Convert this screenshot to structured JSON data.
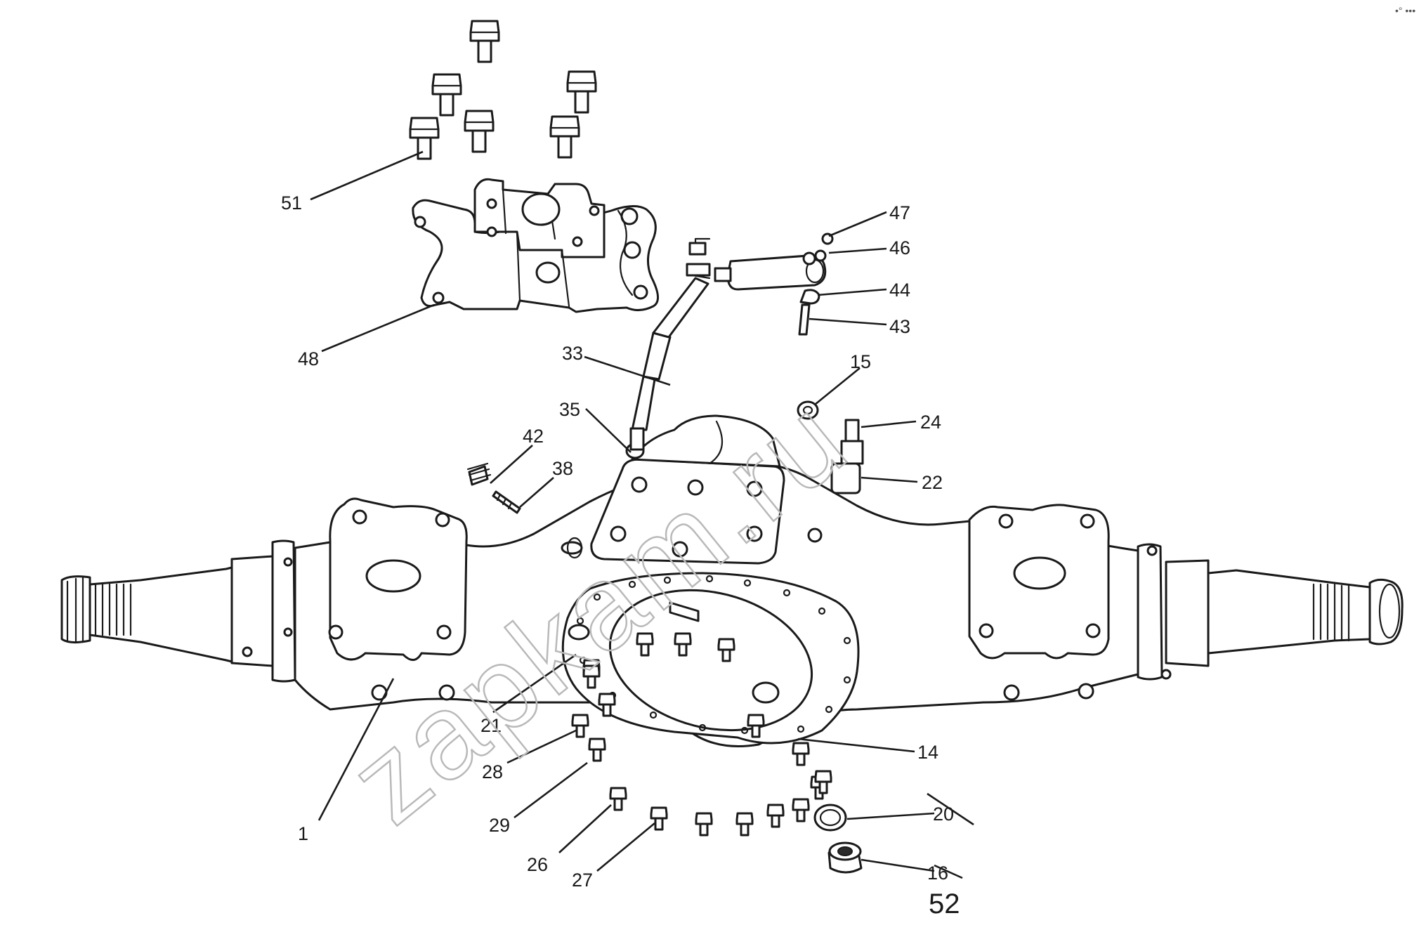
{
  "watermark": "zapkam.ru",
  "figure_number": "52",
  "corner_mark": "•° •••",
  "callouts": [
    {
      "id": "51",
      "text": "51"
    },
    {
      "id": "48",
      "text": "48"
    },
    {
      "id": "47",
      "text": "47"
    },
    {
      "id": "46",
      "text": "46"
    },
    {
      "id": "44",
      "text": "44"
    },
    {
      "id": "43",
      "text": "43"
    },
    {
      "id": "33",
      "text": "33"
    },
    {
      "id": "15",
      "text": "15"
    },
    {
      "id": "35",
      "text": "35"
    },
    {
      "id": "24",
      "text": "24"
    },
    {
      "id": "42",
      "text": "42"
    },
    {
      "id": "38",
      "text": "38"
    },
    {
      "id": "22",
      "text": "22"
    },
    {
      "id": "21",
      "text": "21"
    },
    {
      "id": "28",
      "text": "28"
    },
    {
      "id": "14",
      "text": "14"
    },
    {
      "id": "29",
      "text": "29"
    },
    {
      "id": "1",
      "text": "1"
    },
    {
      "id": "20",
      "text": "20"
    },
    {
      "id": "26",
      "text": "26"
    },
    {
      "id": "27",
      "text": "27"
    },
    {
      "id": "16",
      "text": "16"
    }
  ]
}
